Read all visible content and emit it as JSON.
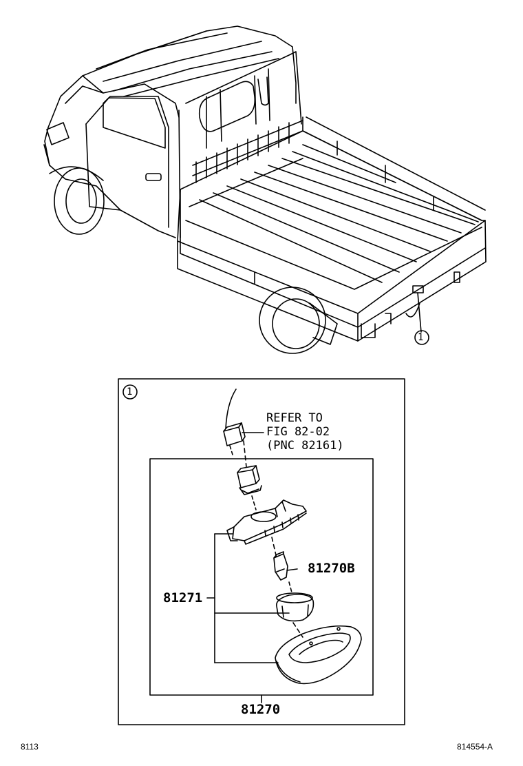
{
  "callout": {
    "marker": "1"
  },
  "detail": {
    "marker": "1",
    "refer": {
      "line1": "REFER TO",
      "line2": "FIG 82-02",
      "line3": "(PNC 82161)"
    },
    "parts": {
      "bulb": "81270B",
      "body": "81271",
      "assembly": "81270"
    }
  },
  "footer": {
    "left_code": "8113",
    "right_code": "814554-A"
  }
}
